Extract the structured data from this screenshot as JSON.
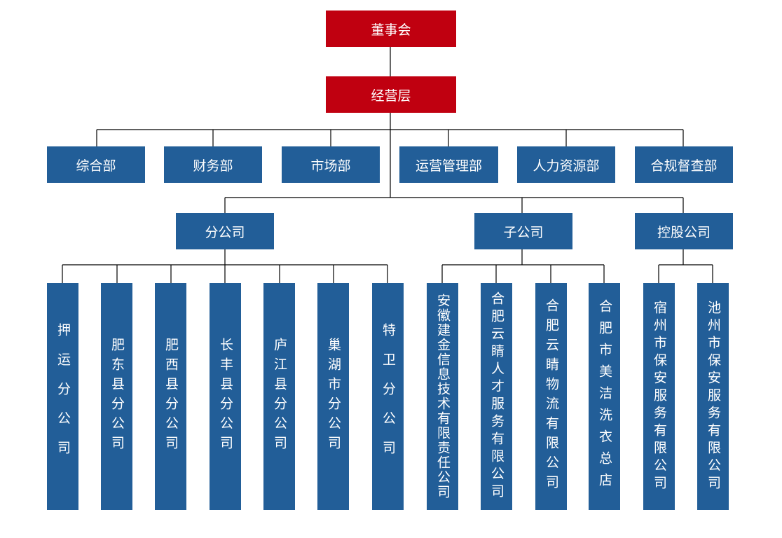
{
  "top": {
    "board": "董事会",
    "management": "经营层"
  },
  "departments": [
    "综合部",
    "财务部",
    "市场部",
    "运营管理部",
    "人力资源部",
    "合规督查部"
  ],
  "groups": {
    "branch": "分公司",
    "subsidiary": "子公司",
    "holding": "控股公司"
  },
  "branches": [
    "押运分公司",
    "肥东县分公司",
    "肥西县分公司",
    "长丰县分公司",
    "庐江县分公司",
    "巢湖市分公司",
    "特卫分公司"
  ],
  "subsidiaries": [
    "安徽建金信息技术有限责任公司",
    "合肥云睛人才服务有限公司",
    "合肥云睛物流有限公司",
    "合肥市美洁洗衣总店"
  ],
  "holdings": [
    "宿州市保安服务有限公司",
    "池州市保安服务有限公司"
  ],
  "colors": {
    "top": "#c00010",
    "unit": "#225e98",
    "line": "#000000"
  }
}
